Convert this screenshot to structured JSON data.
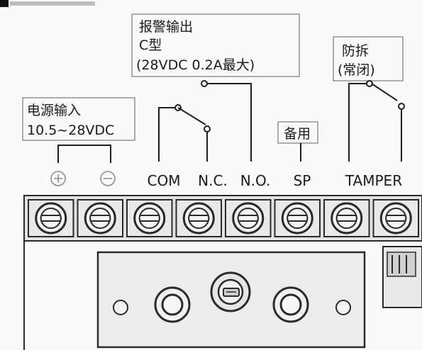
{
  "alarm_output": {
    "line1": "报警输出",
    "line2": "C型",
    "line3": "(28VDC 0.2A最大)"
  },
  "tamper_note": {
    "line1": "防拆",
    "line2": "(常闭)"
  },
  "power_input": {
    "line1": "电源输入",
    "line2": "10.5~28VDC"
  },
  "spare_note": "备用",
  "terminals": {
    "com": "COM",
    "nc": "N.C.",
    "no": "N.O.",
    "sp": "SP",
    "tamper": "TAMPER"
  },
  "colors": {
    "ink": "#1a1a1a",
    "block": "#e2e2e2",
    "panel": "#d8d8d8"
  }
}
